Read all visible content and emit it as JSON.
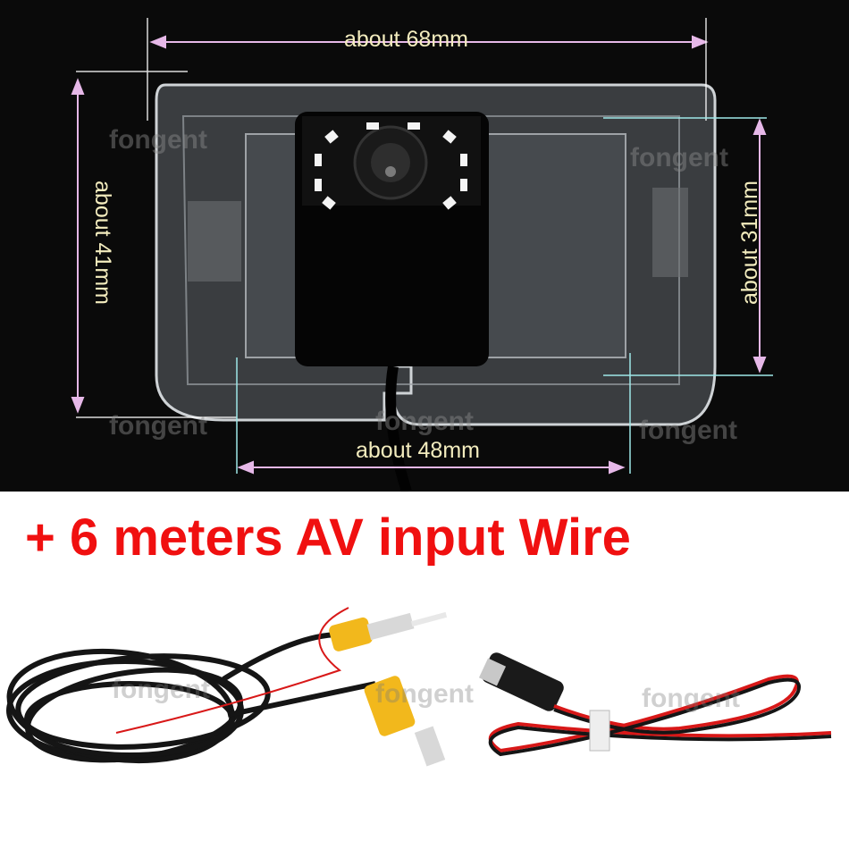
{
  "dimensions": {
    "width": "about 68mm",
    "height": "about 41mm",
    "inner_height": "about 31mm",
    "inner_width": "about 48mm"
  },
  "headline": "+ 6 meters AV input Wire",
  "watermark": "fongent",
  "colors": {
    "dimension_text": "#f3ecbe",
    "dimension_arrow": "#e6b8e8",
    "guide_line": "#9ee8e8",
    "headline": "#f01010",
    "rca_plug": "#f2b81c",
    "cable": "#151515",
    "wire_red": "#d81818"
  }
}
